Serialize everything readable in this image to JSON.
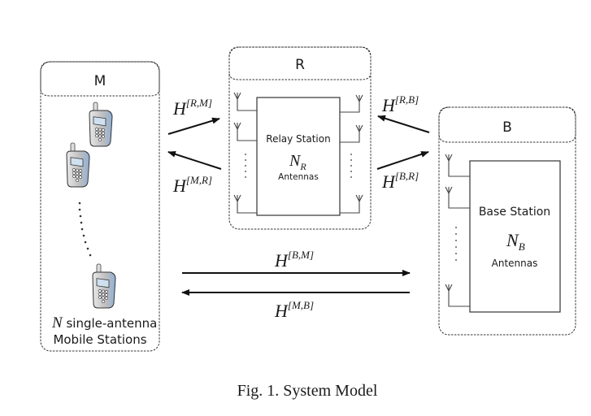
{
  "figure": {
    "caption": "Fig. 1. System Model"
  },
  "nodes": {
    "mobile": {
      "header": "M",
      "phone_count_shown": 3,
      "label_math": "N",
      "label_line1": " single-antenna",
      "label_line2": "Mobile Stations"
    },
    "relay": {
      "header": "R",
      "title": "Relay Station",
      "antenna_symbol": "N",
      "antenna_subscript": "R",
      "antenna_label": "Antennas"
    },
    "base": {
      "header": "B",
      "title": "Base Station",
      "antenna_symbol": "N",
      "antenna_subscript": "B",
      "antenna_label": "Antennas"
    }
  },
  "channels": {
    "r_m": {
      "base": "H",
      "sup": "[R,M]"
    },
    "m_r": {
      "base": "H",
      "sup": "[M,R]"
    },
    "r_b": {
      "base": "H",
      "sup": "[R,B]"
    },
    "b_r": {
      "base": "H",
      "sup": "[B,R]"
    },
    "b_m": {
      "base": "H",
      "sup": "[B,M]"
    },
    "m_b": {
      "base": "H",
      "sup": "[M,B]"
    }
  }
}
